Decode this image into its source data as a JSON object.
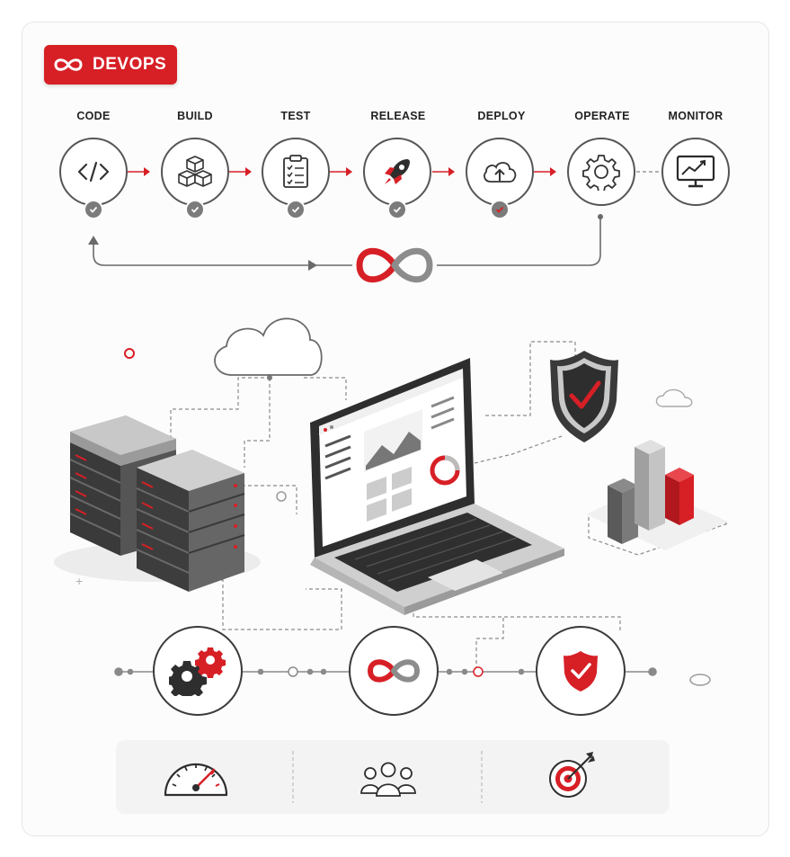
{
  "brand": {
    "label": "DEVOPS",
    "accent": "#d71f26",
    "icon": "infinity-icon"
  },
  "pipeline": {
    "stages": [
      {
        "label": "CODE",
        "icon": "code-icon",
        "status": "done"
      },
      {
        "label": "BUILD",
        "icon": "cubes-icon",
        "status": "done"
      },
      {
        "label": "TEST",
        "icon": "checklist-icon",
        "status": "done"
      },
      {
        "label": "RELEASE",
        "icon": "rocket-icon",
        "status": "done"
      },
      {
        "label": "DEPLOY",
        "icon": "cloud-upload-icon",
        "status": "done"
      },
      {
        "label": "OPERATE",
        "icon": "gear-icon",
        "status": "none"
      },
      {
        "label": "MONITOR",
        "icon": "monitor-chart-icon",
        "status": "none"
      }
    ],
    "loop_icon": "infinity-icon"
  },
  "infrastructure": [
    "server-rack-icon",
    "cloud-icon",
    "laptop-dashboard-icon",
    "security-shield-icon",
    "bar-chart-icon"
  ],
  "features": [
    "gears-icon",
    "infinity-icon",
    "shield-check-icon"
  ],
  "footer_icons": [
    "speedometer-icon",
    "team-icon",
    "target-icon"
  ],
  "colors": {
    "accent": "#d71f26",
    "dark": "#2e2e2e",
    "gray": "#7b7b7b"
  }
}
